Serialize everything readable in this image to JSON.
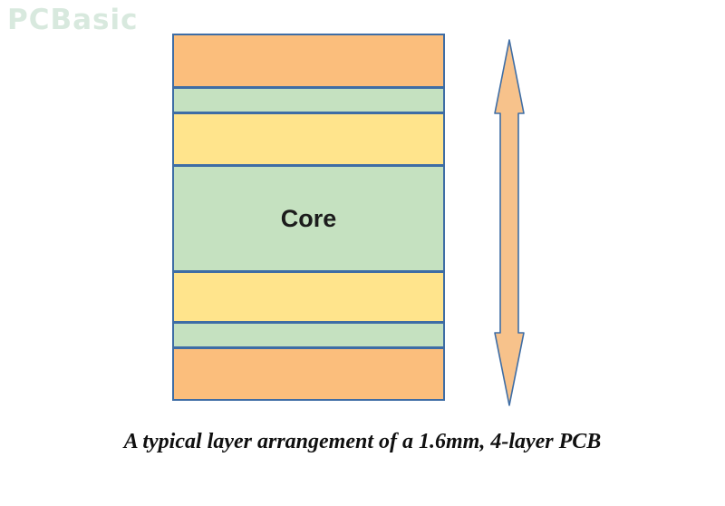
{
  "logo": {
    "text": "PCBasic",
    "color": "#D8E9DE"
  },
  "colors": {
    "border": "#3E6DA5",
    "orange": "#FBBE7C",
    "green": "#C5E1C0",
    "yellow": "#FFE48C",
    "arrow_fill": "#F7C28B"
  },
  "diagram": {
    "layers": [
      {
        "name": "top-copper",
        "color": "#FBBE7C",
        "height": 56,
        "label": ""
      },
      {
        "name": "prepreg-top",
        "color": "#C5E1C0",
        "height": 28,
        "label": ""
      },
      {
        "name": "dielectric-top",
        "color": "#FFE48C",
        "height": 58,
        "label": ""
      },
      {
        "name": "core",
        "color": "#C5E1C0",
        "height": 117,
        "label": "Core"
      },
      {
        "name": "dielectric-bottom",
        "color": "#FFE48C",
        "height": 56,
        "label": ""
      },
      {
        "name": "prepreg-bottom",
        "color": "#C5E1C0",
        "height": 28,
        "label": ""
      },
      {
        "name": "bottom-copper",
        "color": "#FBBE7C",
        "height": 58,
        "label": ""
      }
    ],
    "arrow_icon": "double-arrow-vertical"
  },
  "caption": {
    "text": "A typical layer arrangement of a 1.6mm, 4-layer PCB"
  }
}
